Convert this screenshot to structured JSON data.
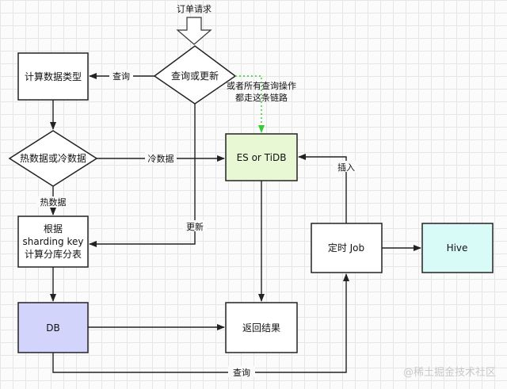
{
  "nodes": {
    "entry_label": "订单请求",
    "query_or_update": "查询或更新",
    "compute_type": "计算数据类型",
    "hot_or_cold": "热数据或冷数据",
    "es_tidb": "ES or TiDB",
    "shard_lines": [
      "根据",
      "sharding key",
      "计算分库分表"
    ],
    "db": "DB",
    "result": "返回结果",
    "timed_job": "定时 Job",
    "hive": "Hive"
  },
  "edges": {
    "query_to_compute": "查询",
    "cold_to_es": "冷数据",
    "hot_to_shard": "热数据",
    "update_to_shard": "更新",
    "job_to_es": "插入",
    "db_to_job": "查询",
    "note_lines": [
      "或者所有查询操作",
      "都走这条链路"
    ]
  },
  "colors": {
    "es_fill": "#e8f7d4",
    "db_fill": "#d2d4fb",
    "hive_fill": "#d9fbf7",
    "dotted_green": "#33cc33"
  },
  "watermark": "@稀土掘金技术社区"
}
